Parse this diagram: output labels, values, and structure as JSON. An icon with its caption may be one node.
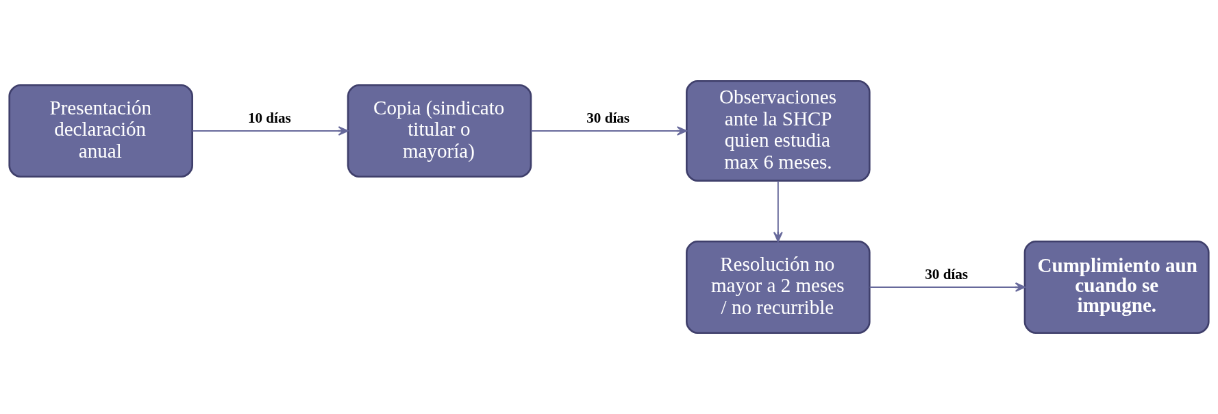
{
  "diagram": {
    "nodes": [
      {
        "text": [
          "Presentación declaración anual"
        ]
      },
      {
        "text": [
          "Copia (sindicato titular o mayoría)"
        ]
      },
      {
        "text": [
          "Observaciones ante la SHCP quien estudia max 6 meses."
        ]
      },
      {
        "text": [
          "Resolución no mayor a 2 meses / no recurrible"
        ]
      },
      {
        "text": [
          "Cumplimiento aun cuando se impugne."
        ]
      }
    ],
    "edges": [
      {
        "from": 0,
        "to": 1,
        "arrow": "to",
        "label": "10 días"
      },
      {
        "from": 1,
        "to": 2,
        "arrow": "to",
        "label": "30 días"
      },
      {
        "from": 2,
        "to": 3,
        "arrow": "to"
      },
      {
        "from": 3,
        "to": 4,
        "arrow": "to",
        "label": "30 días"
      }
    ]
  }
}
